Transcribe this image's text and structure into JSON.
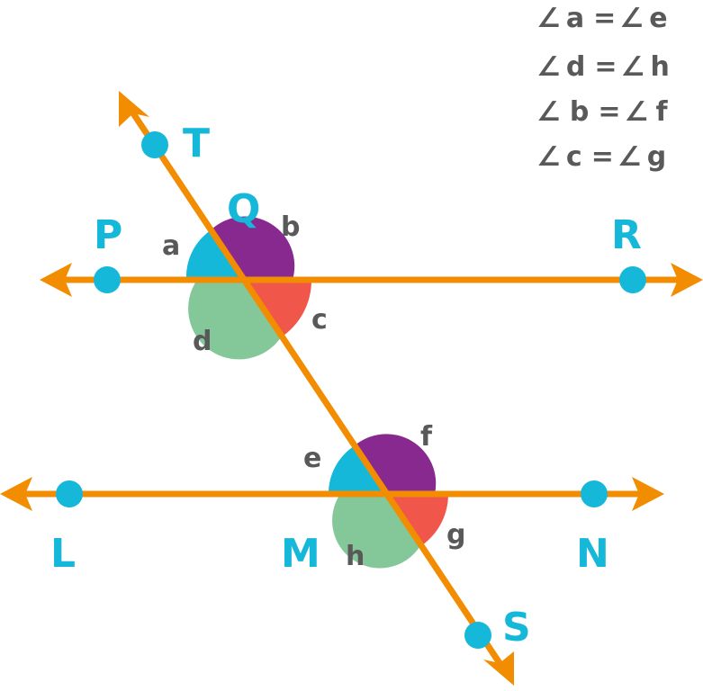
{
  "colors": {
    "line": "#f28c00",
    "point": "#16b8d9",
    "label_text": "#595959",
    "angle_a_e": "#16b8d9",
    "angle_b_f": "#88298f",
    "angle_c_g": "#f0564a",
    "angle_d_h": "#84c899"
  },
  "points": {
    "T": "T",
    "Q": "Q",
    "P": "P",
    "R": "R",
    "L": "L",
    "M": "M",
    "N": "N",
    "S": "S"
  },
  "angles": {
    "a": "a",
    "b": "b",
    "c": "c",
    "d": "d",
    "e": "e",
    "f": "f",
    "g": "g",
    "h": "h"
  },
  "relations": [
    {
      "left": "a",
      "right": "e"
    },
    {
      "left": "d",
      "right": "h"
    },
    {
      "left": "b",
      "right": "f"
    },
    {
      "left": "c",
      "right": "g"
    }
  ],
  "angle_symbol": "∠",
  "equals_sign": "="
}
